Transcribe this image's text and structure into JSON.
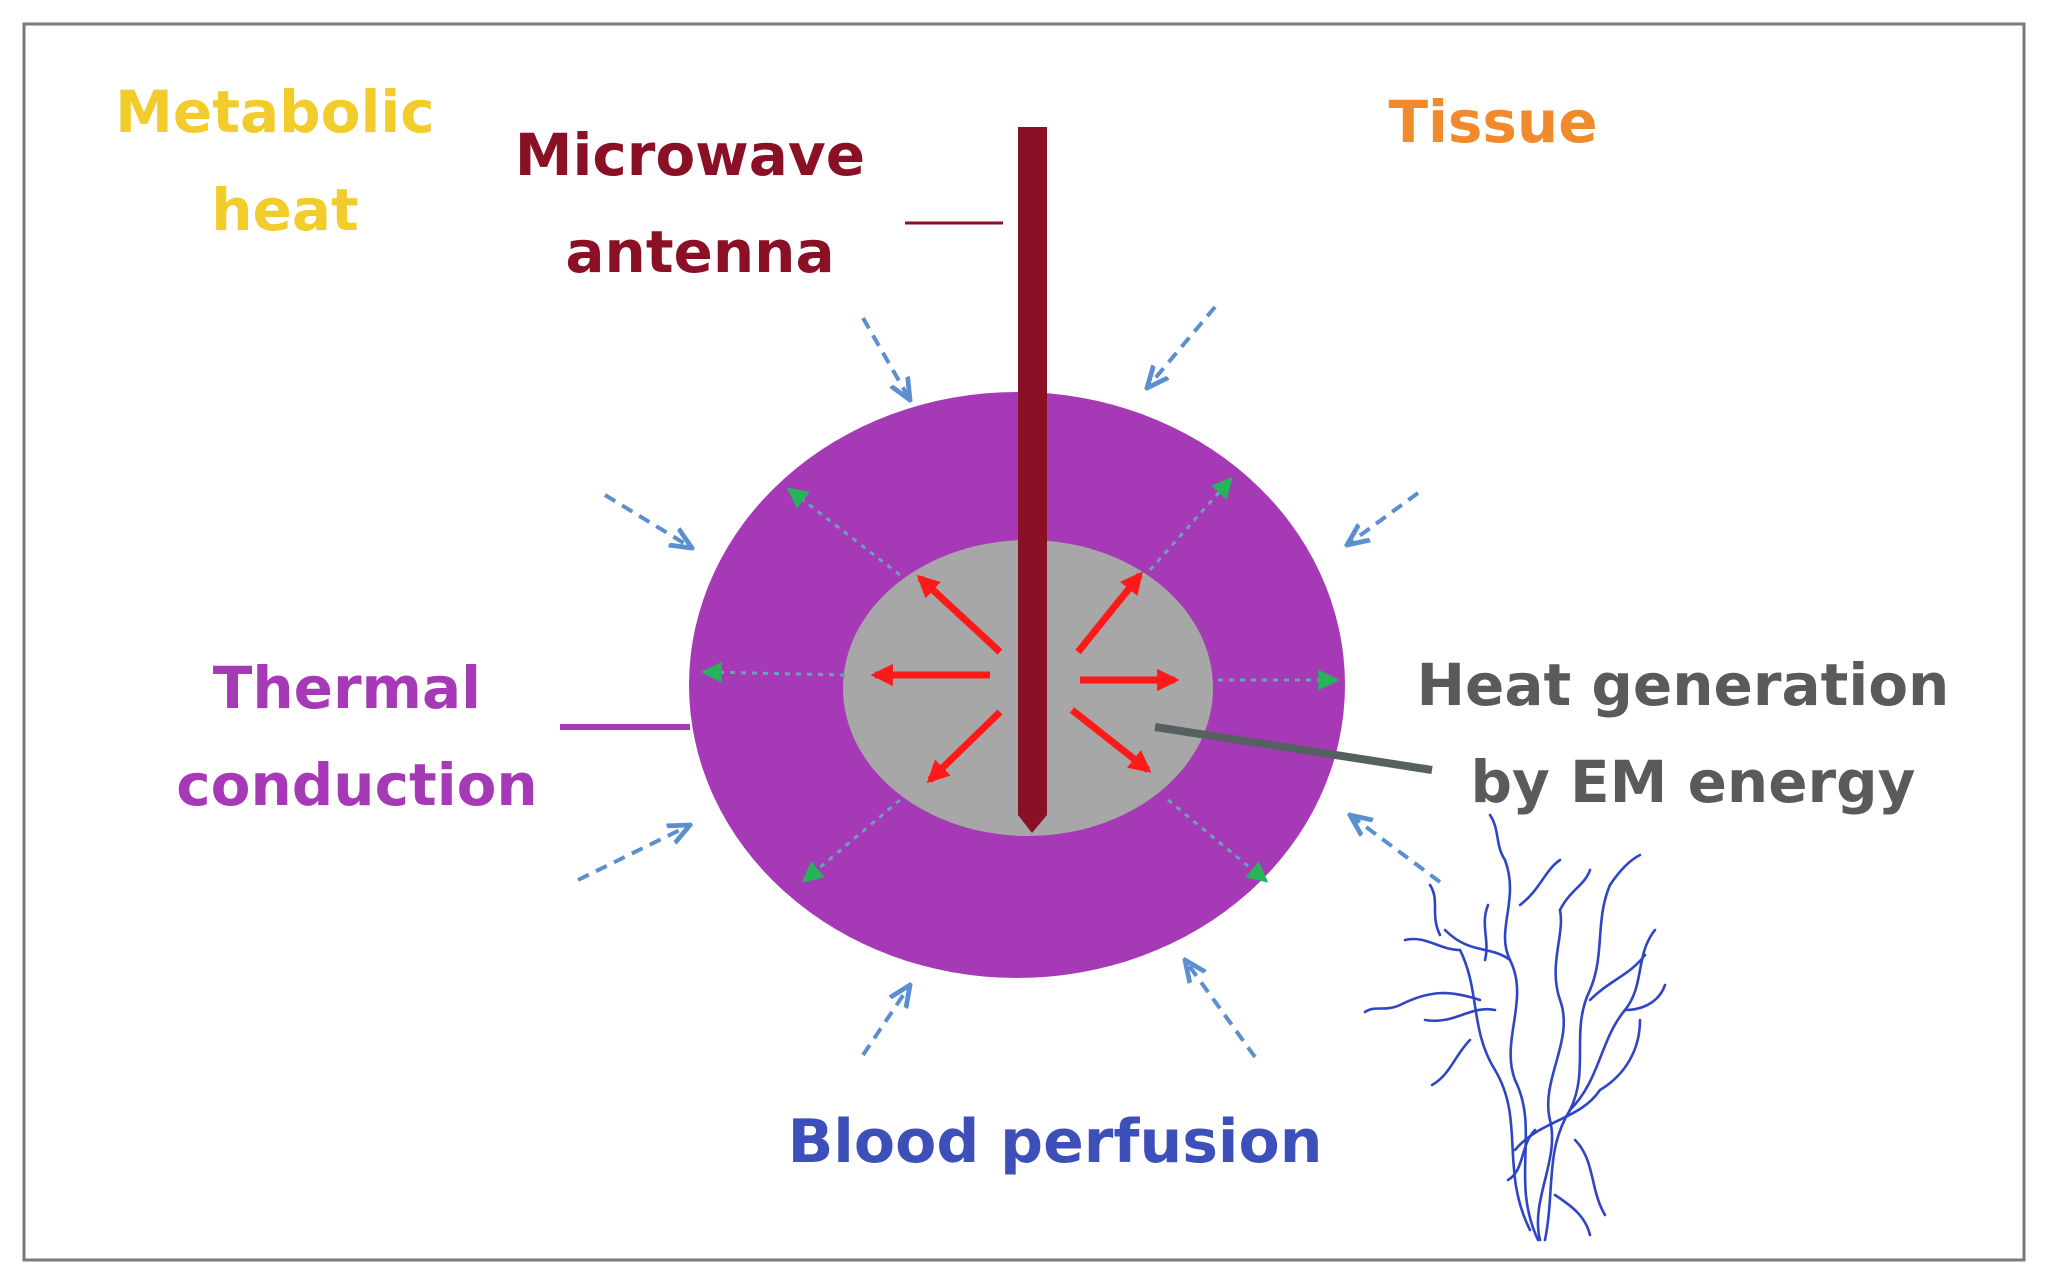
{
  "labels": {
    "metabolic_heat": [
      "Metabolic",
      "heat"
    ],
    "microwave_antenna": [
      "Microwave",
      "antenna"
    ],
    "tissue": "Tissue",
    "thermal_conduction": [
      "Thermal",
      "conduction"
    ],
    "heat_generation": [
      "Heat generation",
      "by EM energy"
    ],
    "blood_perfusion": "Blood perfusion"
  },
  "colors": {
    "metabolic_heat": "#f2cc2a",
    "microwave_antenna": "#8a1026",
    "tissue": "#f08a2c",
    "thermal_conduction": "#a63ab6",
    "heat_generation": "#5a5a5a",
    "blood_perfusion": "#3d4fb8",
    "ablation_zone": "#a63ab6",
    "heated_core": "#a7a7a7",
    "em_arrows": "#ff1a1a",
    "conduction_arrows": "#26b35a",
    "perfusion_arrows": "#5b8fcf",
    "vessels": "#2f45c4"
  }
}
